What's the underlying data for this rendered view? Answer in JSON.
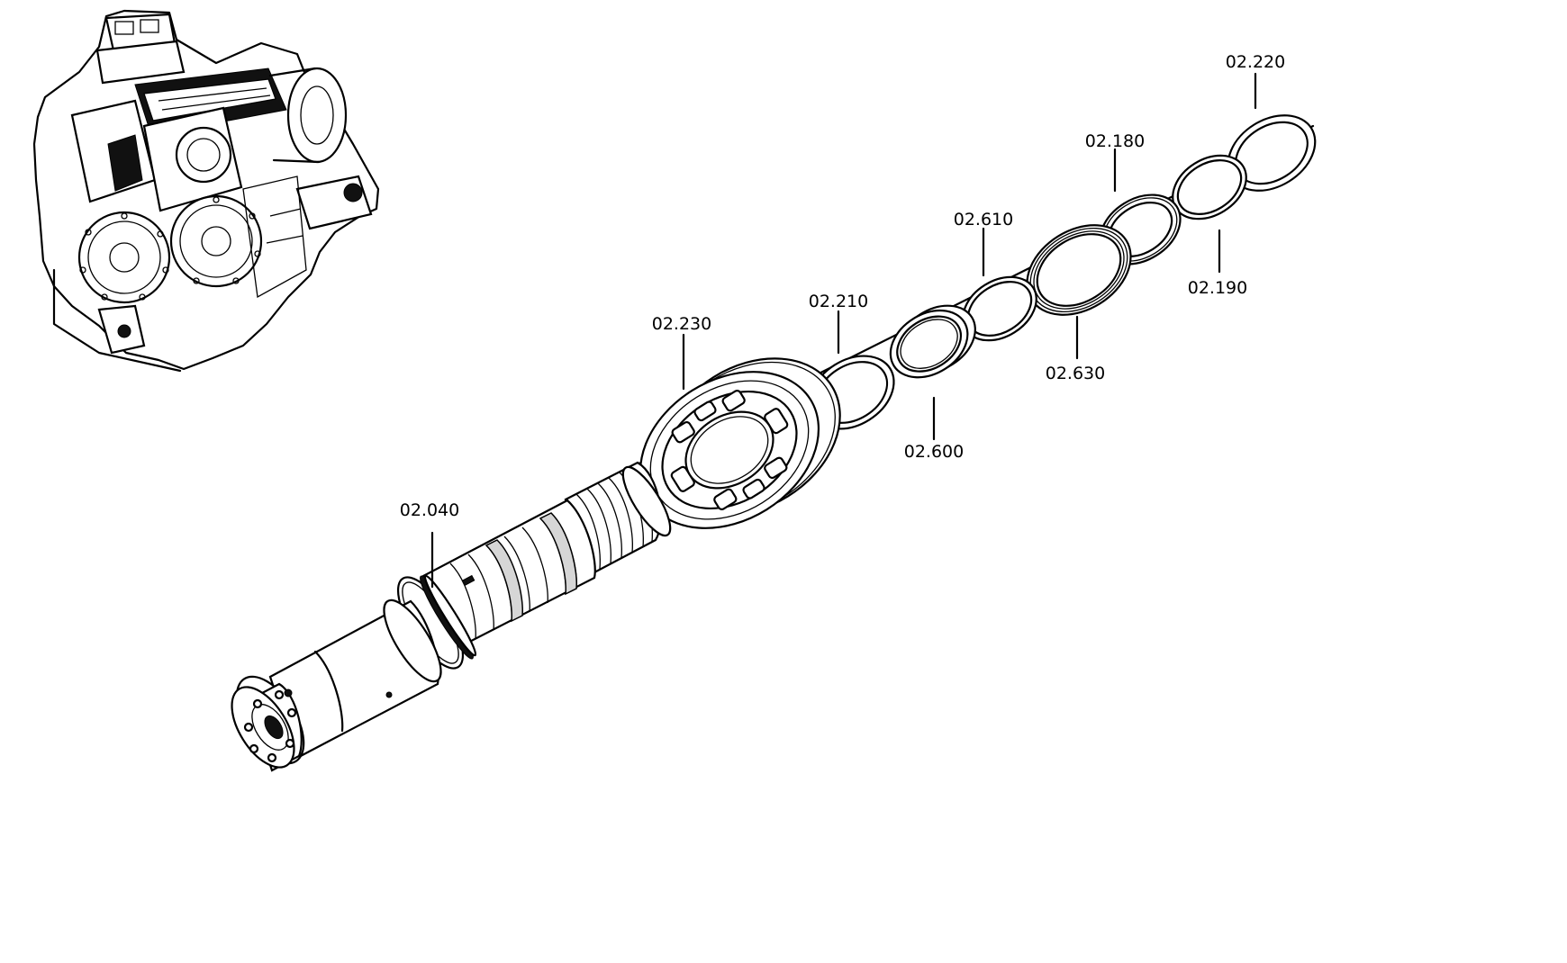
{
  "diagram": {
    "type": "exploded parts view",
    "parts": [
      {
        "id": "p220",
        "label": "02.220"
      },
      {
        "id": "p180",
        "label": "02.180"
      },
      {
        "id": "p190",
        "label": "02.190"
      },
      {
        "id": "p610",
        "label": "02.610"
      },
      {
        "id": "p630",
        "label": "02.630"
      },
      {
        "id": "p210",
        "label": "02.210"
      },
      {
        "id": "p600",
        "label": "02.600"
      },
      {
        "id": "p230",
        "label": "02.230"
      },
      {
        "id": "p040",
        "label": "02.040"
      }
    ]
  },
  "colors": {
    "line": "#000000",
    "background": "#ffffff",
    "shade": "#d6d6d6"
  }
}
